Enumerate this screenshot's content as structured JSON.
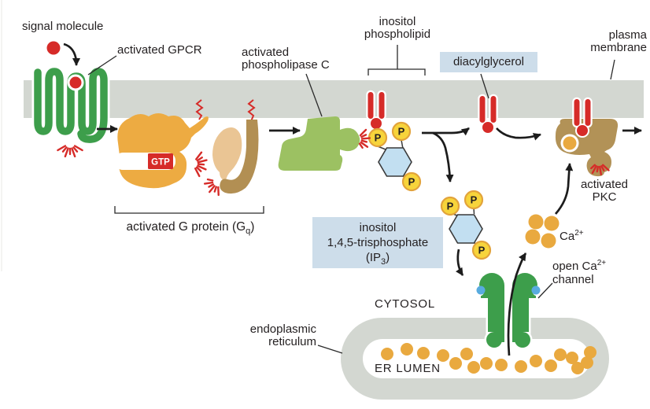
{
  "pathway": {
    "signal": {
      "label": "signal molecule"
    },
    "receptor": {
      "label": "activated GPCR"
    },
    "g_protein": {
      "label_pre": "activated G protein (G",
      "label_sub": "q",
      "label_post": ")",
      "gtp": "GTP"
    },
    "plc": {
      "line1": "activated",
      "line2": "phospholipase C"
    },
    "phospholipid": {
      "line1": "inositol",
      "line2": "phospholipid",
      "phosphate": "P"
    },
    "dag": {
      "label": "diacylglycerol"
    },
    "membrane": {
      "line1": "plasma",
      "line2": "membrane"
    },
    "ip3": {
      "line1": "inositol",
      "line2": "1,4,5-trisphosphate",
      "line3_pre": "(IP",
      "line3_sub": "3",
      "line3_post": ")"
    },
    "pkc": {
      "line1": "activated",
      "line2": "PKC"
    },
    "calcium": {
      "pre": "Ca",
      "sup": "2+"
    },
    "channel": {
      "line1_pre": "open Ca",
      "line1_sup": "2+",
      "line2": "channel"
    },
    "compartments": {
      "cytosol": "CYTOSOL",
      "er_lumen": "ER LUMEN",
      "er_line1": "endoplasmic",
      "er_line2": "reticulum"
    }
  },
  "colors": {
    "membrane": "#d3d7d1",
    "receptor_green": "#3d9e4b",
    "plc_green": "#9cc162",
    "signal_red": "#d62b28",
    "g_alpha_orange": "#edab42",
    "g_beta_tan": "#eac594",
    "g_gamma_brown": "#b28f53",
    "pkc_brown": "#b29257",
    "phosphate_yellow": "#f7d43b",
    "phosphate_ring_orange": "#e2a33b",
    "inositol_ring_blue": "#c2dff1",
    "calcium_orange": "#e9a93f",
    "ip3_binding_site_blue": "#58abdf",
    "label_box_blue": "#cdddea",
    "text": "#231f20"
  }
}
